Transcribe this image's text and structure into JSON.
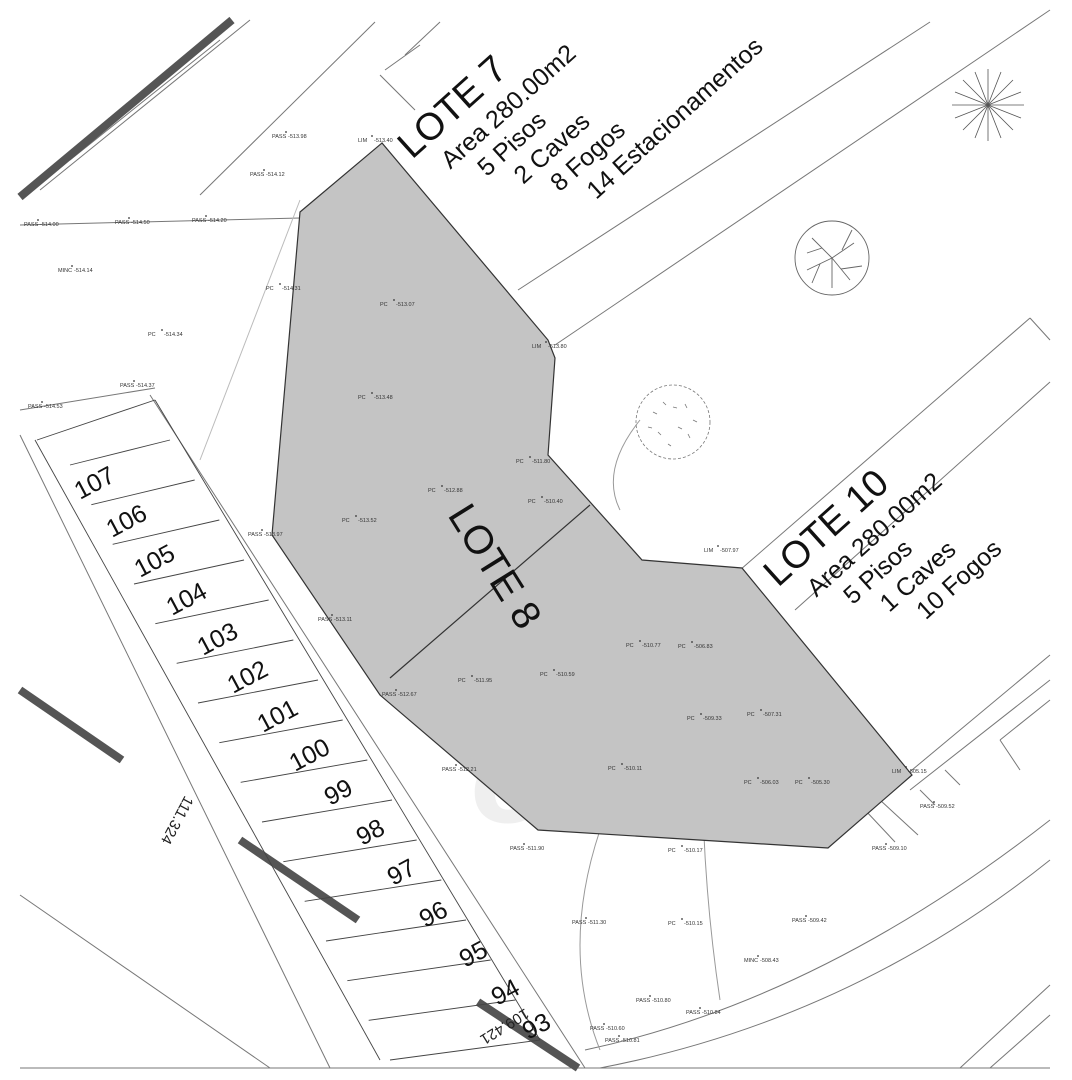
{
  "lots": {
    "lote7": {
      "title": "LOTE 7",
      "area": "Area 280.00m2",
      "pisos": "5 Pisos",
      "caves": "2 Caves",
      "fogos": "8 Fogos",
      "estacionamentos": "14 Estacionamentos"
    },
    "lote8": {
      "title": "LOTE 8"
    },
    "lote10": {
      "title": "LOTE 10",
      "area": "Area 280.00m2",
      "pisos": "5 Pisos",
      "caves": "1 Caves",
      "fogos": "10 Fogos"
    }
  },
  "parcel_numbers": [
    "107",
    "106",
    "105",
    "104",
    "103",
    "102",
    "101",
    "100",
    "99",
    "98",
    "97",
    "96",
    "95",
    "94",
    "93"
  ],
  "dimensions": {
    "left": "111.324",
    "bottom": "109.421"
  },
  "watermark": "olon",
  "survey_points": [
    {
      "code": "PASS",
      "value": "-514.00"
    },
    {
      "code": "PASS",
      "value": "-514.12"
    },
    {
      "code": "PASS",
      "value": "-514.20"
    },
    {
      "code": "PASS",
      "value": "-514.50"
    },
    {
      "code": "MINC",
      "value": "-514.14"
    },
    {
      "code": "PC",
      "value": "-514.34"
    },
    {
      "code": "PASS",
      "value": "-514.37"
    },
    {
      "code": "PASS",
      "value": "-514.53"
    },
    {
      "code": "PASS",
      "value": "-513.98"
    },
    {
      "code": "PC",
      "value": "-514.31"
    },
    {
      "code": "PC",
      "value": "-513.07"
    },
    {
      "code": "PC",
      "value": "-513.48"
    },
    {
      "code": "LIM",
      "value": "-513.40"
    },
    {
      "code": "LIM",
      "value": "-513.80"
    },
    {
      "code": "PC",
      "value": "-511.80"
    },
    {
      "code": "PC",
      "value": "-512.88"
    },
    {
      "code": "PC",
      "value": "-510.40"
    },
    {
      "code": "PC",
      "value": "-513.52"
    },
    {
      "code": "PASS",
      "value": "-513.97"
    },
    {
      "code": "PASS",
      "value": "-513.11"
    },
    {
      "code": "LIM",
      "value": "-507.97"
    },
    {
      "code": "PC",
      "value": "-510.77"
    },
    {
      "code": "PC",
      "value": "-506.83"
    },
    {
      "code": "PC",
      "value": "-511.95"
    },
    {
      "code": "PC",
      "value": "-510.59"
    },
    {
      "code": "PASS",
      "value": "-512.67"
    },
    {
      "code": "PC",
      "value": "-509.33"
    },
    {
      "code": "PC",
      "value": "-507.31"
    },
    {
      "code": "PASS",
      "value": "-512.21"
    },
    {
      "code": "PC",
      "value": "-510.11"
    },
    {
      "code": "PC",
      "value": "-506.03"
    },
    {
      "code": "PC",
      "value": "-505.30"
    },
    {
      "code": "LIM",
      "value": "-505.15"
    },
    {
      "code": "PASS",
      "value": "-509.52"
    },
    {
      "code": "PASS",
      "value": "-511.90"
    },
    {
      "code": "PC",
      "value": "-510.17"
    },
    {
      "code": "PASS",
      "value": "-509.10"
    },
    {
      "code": "PASS",
      "value": "-511.30"
    },
    {
      "code": "PC",
      "value": "-510.15"
    },
    {
      "code": "PASS",
      "value": "-509.42"
    },
    {
      "code": "MINC",
      "value": "-508.43"
    },
    {
      "code": "PASS",
      "value": "-510.80"
    },
    {
      "code": "PASS",
      "value": "-510.84"
    },
    {
      "code": "PASS",
      "value": "-510.60"
    },
    {
      "code": "PASS",
      "value": "-510.81"
    }
  ]
}
